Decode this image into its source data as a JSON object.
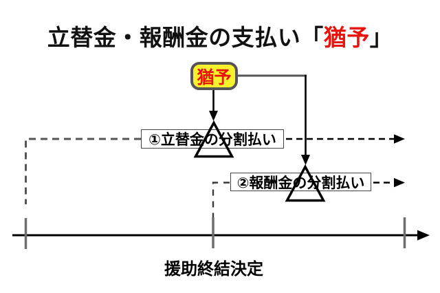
{
  "colors": {
    "badge_fill": "#f7f12e",
    "badge_border": "#555555",
    "accent_red": "#e8140c",
    "line_gray": "#555555",
    "tick_gray": "#6e6e6e",
    "box_border": "#444444",
    "ink": "#111111",
    "bg": "#ffffff"
  },
  "title": {
    "prefix": "立替金・報酬金の支払い「",
    "highlight": "猶予",
    "suffix": "」"
  },
  "deferral_badge": {
    "label": "猶予"
  },
  "steps": [
    {
      "label": "①立替金の分割払い"
    },
    {
      "label": "②報酬金の分割払い"
    }
  ],
  "timeline": {
    "label": "援助終結決定"
  }
}
